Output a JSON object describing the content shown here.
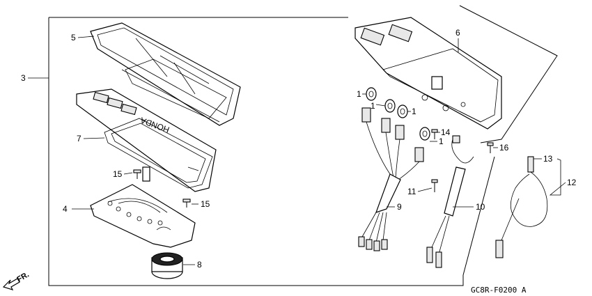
{
  "diagram": {
    "code": "GC8R-F0200 A",
    "direction": "FR.",
    "callouts": [
      "1",
      "1",
      "1",
      "1",
      "3",
      "4",
      "5",
      "6",
      "7",
      "8",
      "9",
      "10",
      "11",
      "12",
      "13",
      "14",
      "15",
      "15",
      "16"
    ],
    "brand_on_part": "HONDA"
  }
}
